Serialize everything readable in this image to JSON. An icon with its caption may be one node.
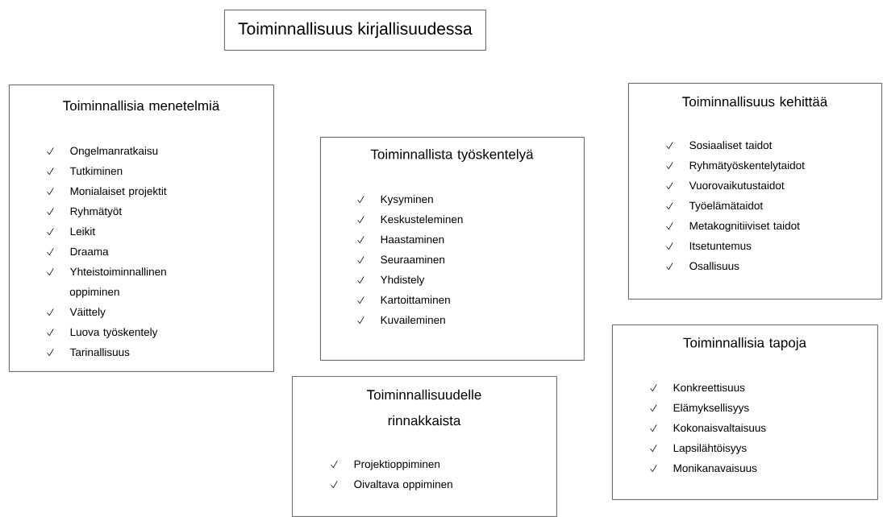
{
  "diagram": {
    "nodes": [
      {
        "text": [
          "Toiminnallisuus kirjallisuudessa"
        ]
      },
      {
        "text": [
          "Toiminnallisia menetelmiä",
          "Ongelmanratkaisu",
          "Tutkiminen",
          "Monialaiset projektit",
          "Ryhmätyöt",
          "Leikit",
          "Draama",
          "Yhteistoiminnallinen oppiminen",
          "Väittely",
          "Luova työskentely",
          "Tarinallisuus"
        ]
      },
      {
        "text": [
          "Toiminnallista työskentelyä",
          "Kysyminen",
          "Keskusteleminen",
          "Haastaminen",
          "Seuraaminen",
          "Yhdistely",
          "Kartoittaminen",
          "Kuvaileminen"
        ]
      },
      {
        "text": [
          "Toiminnallisuus kehittää",
          "Sosiaaliset taidot",
          "Ryhmätyöskentelytaidot",
          "Vuorovaikutustaidot",
          "Työelämätaidot",
          "Metakognitiiviset taidot",
          "Itsetuntemus",
          "Osallisuus"
        ]
      },
      {
        "text": [
          "Toiminnallisuudelle rinnakkaista",
          "Projektioppiminen",
          "Oivaltava oppiminen"
        ]
      },
      {
        "text": [
          "Toiminnallisia tapoja",
          "Konkreettisuus",
          "Elämyksellisyys",
          "Kokonaisvaltaisuus",
          "Lapsilähtöisyys",
          "Monikanavaisuus"
        ]
      }
    ],
    "edges": []
  }
}
